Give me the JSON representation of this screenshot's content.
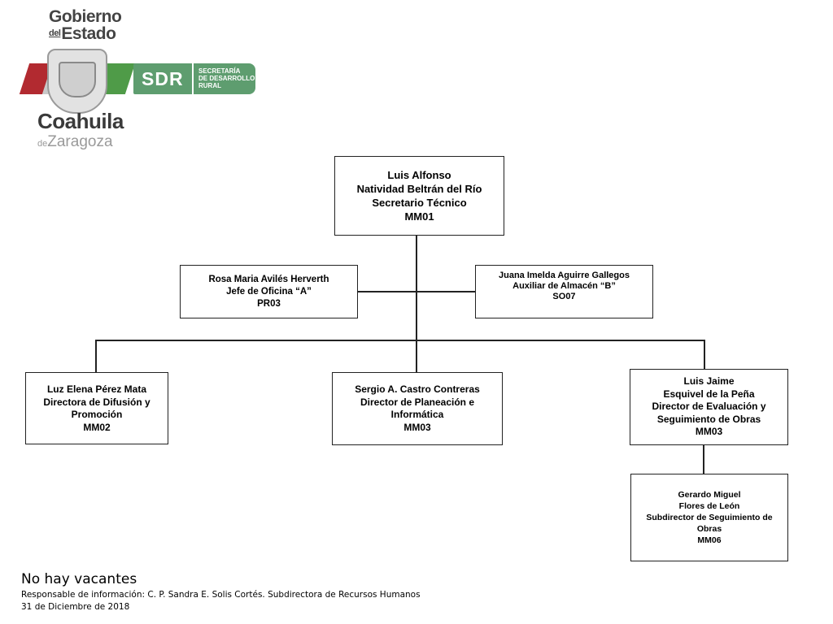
{
  "logo": {
    "gobierno": "Gobierno",
    "del": "del",
    "estado": "Estado",
    "sdr": "SDR",
    "secretaria_lines": [
      "SECRETARÍA",
      "DE DESARROLLO",
      "RURAL"
    ],
    "coahuila": "Coahuila",
    "de": "de",
    "zaragoza": "Zaragoza"
  },
  "nodes": {
    "secretario": {
      "lines": [
        "Luis Alfonso",
        "Natividad Beltrán del Río",
        "Secretario Técnico",
        "MM01"
      ]
    },
    "jefe_oficina": {
      "lines": [
        "Rosa Maria Avilés Herverth",
        "Jefe de Oficina “A”",
        "PR03"
      ]
    },
    "auxiliar": {
      "lines": [
        "Juana Imelda Aguirre Gallegos",
        "Auxiliar de Almacén “B”",
        "SO07"
      ]
    },
    "difusion": {
      "lines": [
        "Luz Elena Pérez Mata",
        "Directora de Difusión y",
        "Promoción",
        "MM02"
      ]
    },
    "planeacion": {
      "lines": [
        "Sergio A. Castro  Contreras",
        "Director de Planeación e",
        "Informática",
        "MM03"
      ]
    },
    "evaluacion": {
      "lines": [
        "Luis Jaime",
        "Esquivel de la Peña",
        "Director de  Evaluación y",
        "Seguimiento de Obras",
        "MM03"
      ]
    },
    "subdirector": {
      "lines": [
        "Gerardo Miguel",
        "Flores de León",
        "Subdirector de Seguimiento de",
        "Obras",
        "MM06"
      ]
    }
  },
  "footer": {
    "vacantes": "No  hay vacantes",
    "responsable": "Responsable de información: C. P. Sandra E. Solis Cortés. Subdirectora de Recursos Humanos",
    "fecha": "31 de Diciembre de 2018"
  }
}
